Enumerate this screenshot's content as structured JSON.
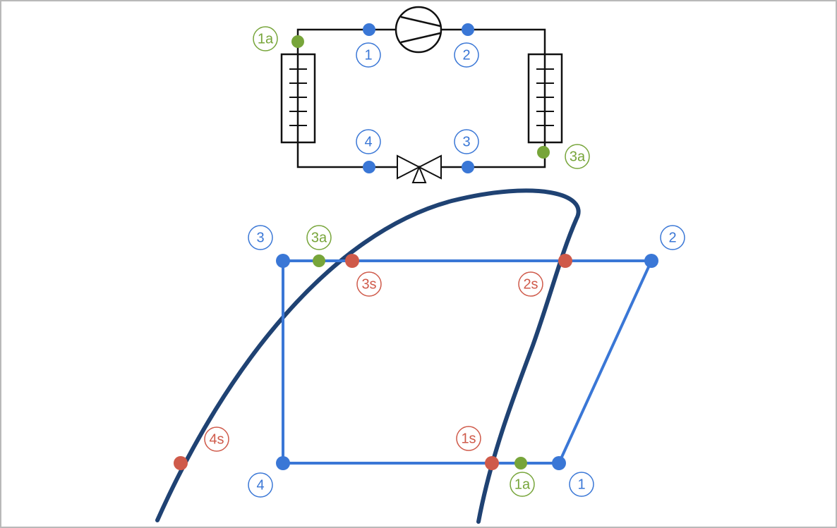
{
  "colors": {
    "state_blue": "#3a77d6",
    "actual_green": "#77a53a",
    "saturation_red": "#cf5a4a",
    "dome_navy": "#1f4273",
    "circuit_black": "#111111"
  },
  "circuit": {
    "points": [
      {
        "label": "1",
        "kind": "state"
      },
      {
        "label": "2",
        "kind": "state"
      },
      {
        "label": "3",
        "kind": "state"
      },
      {
        "label": "4",
        "kind": "state"
      },
      {
        "label": "1a",
        "kind": "actual"
      },
      {
        "label": "3a",
        "kind": "actual"
      }
    ]
  },
  "ph_diagram": {
    "points": [
      {
        "label": "1",
        "kind": "state"
      },
      {
        "label": "2",
        "kind": "state"
      },
      {
        "label": "3",
        "kind": "state"
      },
      {
        "label": "4",
        "kind": "state"
      },
      {
        "label": "1s",
        "kind": "saturation"
      },
      {
        "label": "2s",
        "kind": "saturation"
      },
      {
        "label": "3s",
        "kind": "saturation"
      },
      {
        "label": "4s",
        "kind": "saturation"
      },
      {
        "label": "1a",
        "kind": "actual"
      },
      {
        "label": "3a",
        "kind": "actual"
      }
    ]
  }
}
